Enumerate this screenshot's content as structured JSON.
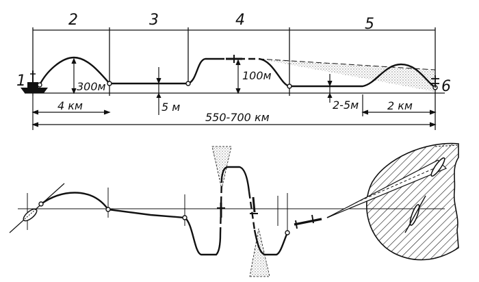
{
  "top_view": {
    "segment_numbers": [
      "1",
      "2",
      "3",
      "4",
      "5",
      "6"
    ],
    "dimensions": {
      "climb_height": "300м",
      "cruise_altitude": "5 м",
      "climb_distance": "4 км",
      "descent_height": "100м",
      "terminal_altitude": "2-5м",
      "terminal_distance": "2 км",
      "total_range": "550-700 км"
    }
  },
  "colors": {
    "ink": "#111111",
    "stipple": "#9a9a9a"
  }
}
